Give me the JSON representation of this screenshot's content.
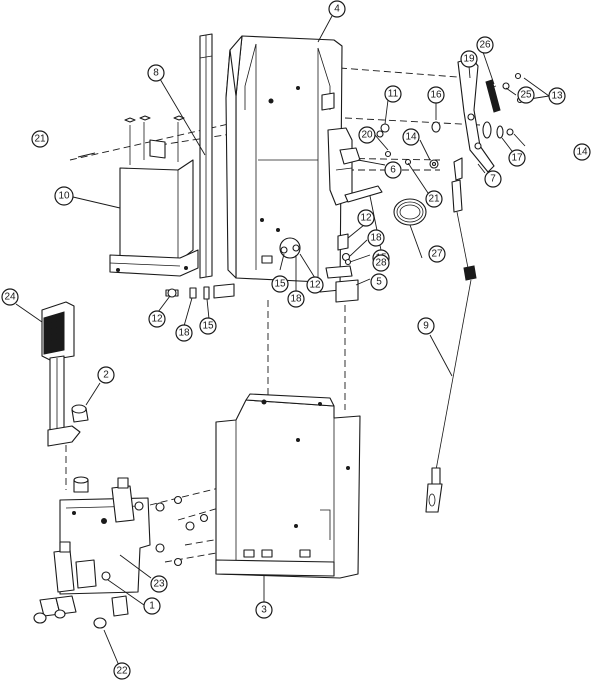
{
  "diagram": {
    "callouts": [
      {
        "id": "c1",
        "label": "1"
      },
      {
        "id": "c2",
        "label": "2"
      },
      {
        "id": "c3",
        "label": "3"
      },
      {
        "id": "c4",
        "label": "4"
      },
      {
        "id": "c5",
        "label": "5"
      },
      {
        "id": "c6",
        "label": "6"
      },
      {
        "id": "c7",
        "label": "7"
      },
      {
        "id": "c8",
        "label": "8"
      },
      {
        "id": "c9",
        "label": "9"
      },
      {
        "id": "c10",
        "label": "10"
      },
      {
        "id": "c11",
        "label": "11"
      },
      {
        "id": "c12a",
        "label": "12"
      },
      {
        "id": "c12b",
        "label": "12"
      },
      {
        "id": "c12c",
        "label": "12"
      },
      {
        "id": "c13",
        "label": "13"
      },
      {
        "id": "c14a",
        "label": "14"
      },
      {
        "id": "c14b",
        "label": "14"
      },
      {
        "id": "c15a",
        "label": "15"
      },
      {
        "id": "c15b",
        "label": "15"
      },
      {
        "id": "c15c",
        "label": "15"
      },
      {
        "id": "c16",
        "label": "16"
      },
      {
        "id": "c17",
        "label": "17"
      },
      {
        "id": "c18a",
        "label": "18"
      },
      {
        "id": "c18b",
        "label": "18"
      },
      {
        "id": "c18c",
        "label": "18"
      },
      {
        "id": "c19",
        "label": "19"
      },
      {
        "id": "c20",
        "label": "20"
      },
      {
        "id": "c21a",
        "label": "21"
      },
      {
        "id": "c21b",
        "label": "21"
      },
      {
        "id": "c22",
        "label": "22"
      },
      {
        "id": "c23",
        "label": "23"
      },
      {
        "id": "c24",
        "label": "24"
      },
      {
        "id": "c25",
        "label": "25"
      },
      {
        "id": "c26",
        "label": "26"
      },
      {
        "id": "c27",
        "label": "27"
      },
      {
        "id": "c28",
        "label": "28"
      }
    ]
  }
}
